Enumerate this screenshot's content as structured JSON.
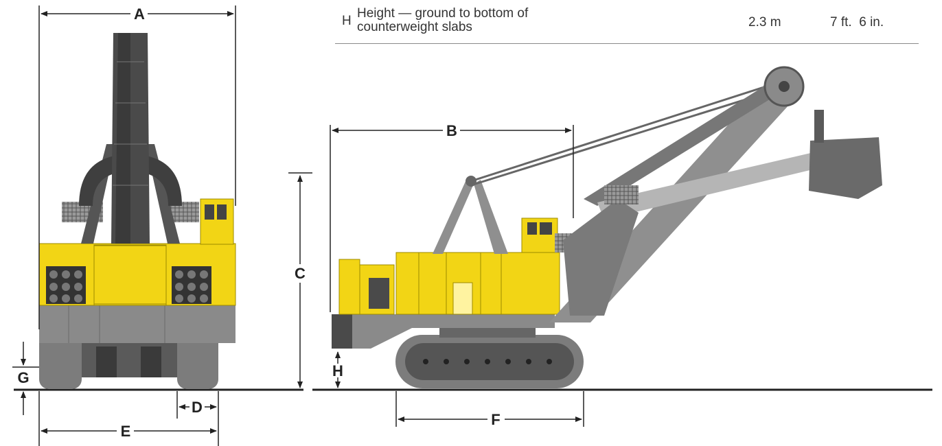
{
  "spec_row": {
    "letter": "H",
    "description": "Height — ground to bottom of counterweight slabs",
    "metric": "2.3 m",
    "imperial": "7 ft.  6 in."
  },
  "dimension_labels": {
    "A": "A",
    "B": "B",
    "C": "C",
    "D": "D",
    "E": "E",
    "F": "F",
    "G": "G",
    "H": "H"
  },
  "colors": {
    "body_yellow": "#f2d515",
    "boom_gray": "#8f8f8f",
    "dark_gray": "#4a4a4a",
    "track_gray": "#7c7c7c"
  }
}
